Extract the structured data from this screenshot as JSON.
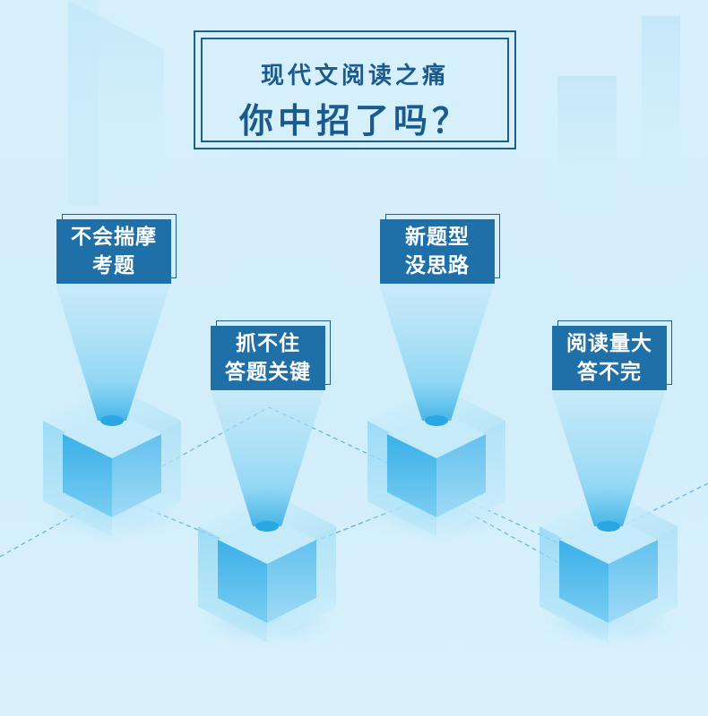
{
  "title": {
    "line1": "现代文阅读之痛",
    "line2": "你中招了吗？"
  },
  "labels": [
    {
      "line1": "不会揣摩",
      "line2": "考题"
    },
    {
      "line1": "抓不住",
      "line2": "答题关键"
    },
    {
      "line1": "新题型",
      "line2": "没思路"
    },
    {
      "line1": "阅读量大",
      "line2": "答不完"
    }
  ]
}
